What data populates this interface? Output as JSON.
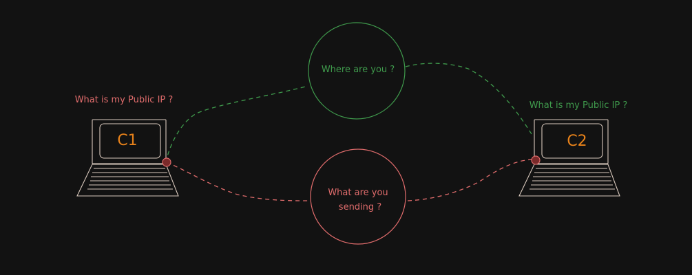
{
  "colors": {
    "background": "#121212",
    "red": "#e06c6c",
    "green": "#3f9a4c",
    "orange": "#e8821a",
    "outline": "#d9c9bd"
  },
  "left_client": {
    "label": "C1",
    "question": "What is my Public IP ?"
  },
  "right_client": {
    "label": "C2",
    "question": "What is my Public IP ?"
  },
  "top_bubble": {
    "text": "Where are you ?"
  },
  "bottom_bubble": {
    "line1": "What are you",
    "line2": "sending ?"
  }
}
